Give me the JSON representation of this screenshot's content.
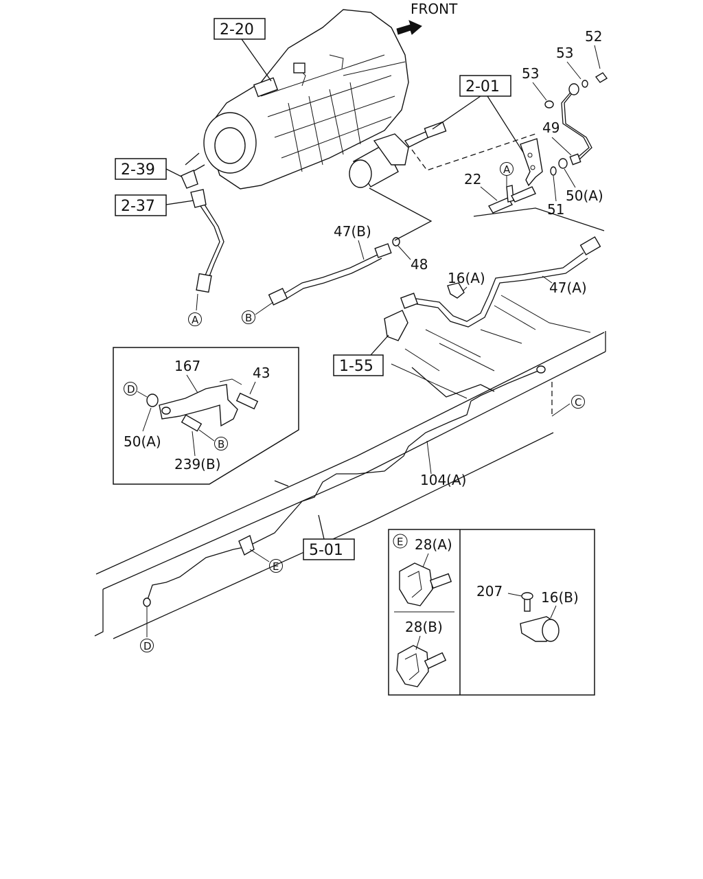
{
  "front_label": "FRONT",
  "ref_boxes": {
    "r2_20": "2-20",
    "r2_01": "2-01",
    "r2_39": "2-39",
    "r2_37": "2-37",
    "r1_55": "1-55",
    "r5_01": "5-01"
  },
  "callouts": {
    "p52": "52",
    "p53a": "53",
    "p53b": "53",
    "p49": "49",
    "p50a": "50(A)",
    "p51": "51",
    "p22": "22",
    "p47b": "47(B)",
    "p48": "48",
    "p16a": "16(A)",
    "p47a": "47(A)",
    "p104a": "104(A)",
    "p167": "167",
    "p43": "43",
    "p50a_inset": "50(A)",
    "p239b": "239(B)",
    "p28a": "28(A)",
    "p28b": "28(B)",
    "p207": "207",
    "p16b": "16(B)"
  },
  "circle_markers": {
    "a_top": "A",
    "a_left": "A",
    "b_hose": "B",
    "b_inset": "B",
    "c_frame": "C",
    "d_inset": "D",
    "d_pipe": "D",
    "e_pipe": "E",
    "e_inset": "E"
  },
  "icons": [
    "front-arrow-icon",
    "transmission-drawing",
    "clutch-cylinder-drawing",
    "bracket-drawing",
    "frame-rail-drawing",
    "clip-drawing"
  ]
}
